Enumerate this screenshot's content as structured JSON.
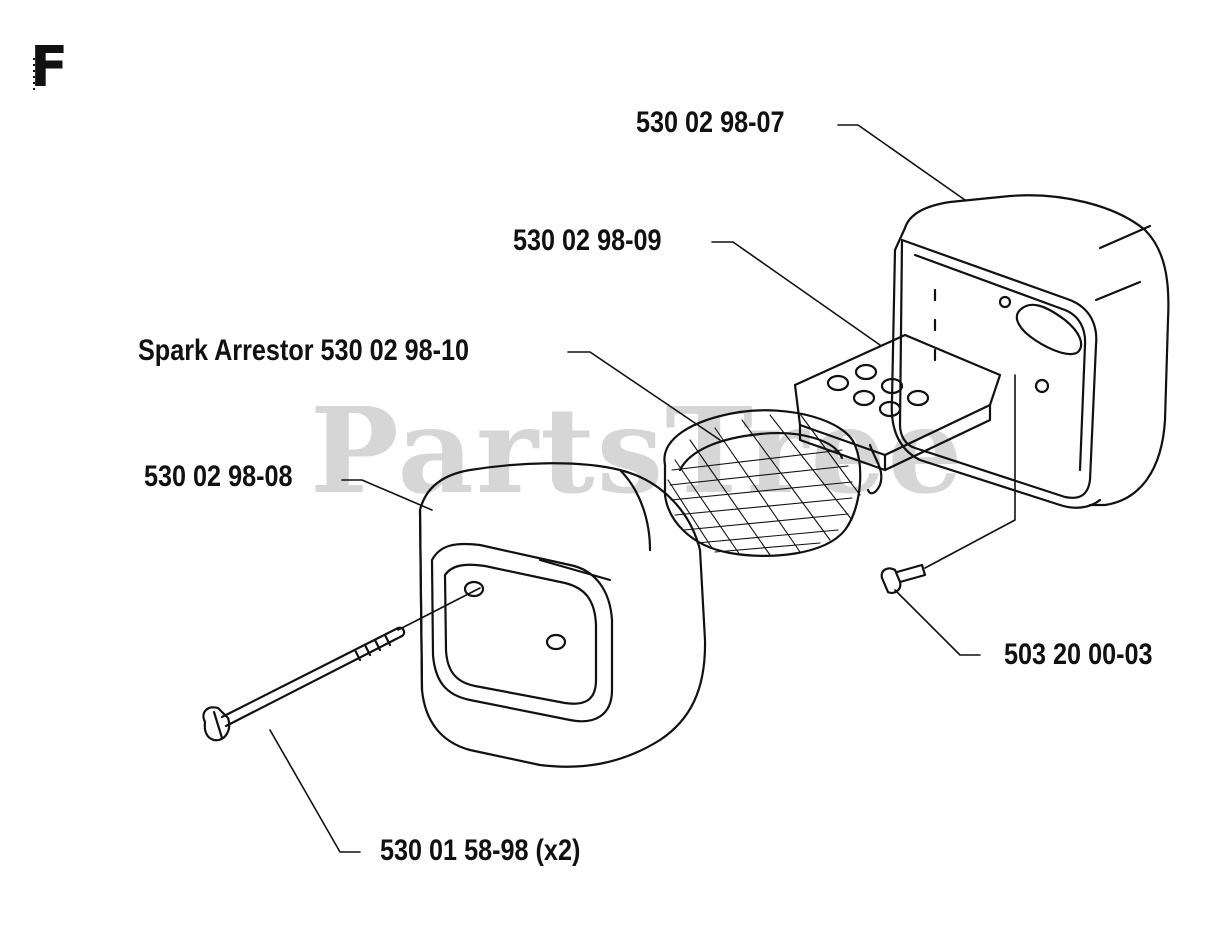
{
  "section_letter": "F",
  "watermark": "PartsTree",
  "callouts": {
    "muffler_body": "530 02 98-07",
    "baffle_plate": "530 02 98-09",
    "spark_arrestor": "Spark Arrestor  530 02 98-10",
    "muffler_cover": "530 02 98-08",
    "screw": "503 20 00-03",
    "long_bolt": "530 01 58-98 (x2)"
  },
  "colors": {
    "ink": "#111111",
    "watermark": "#cfcfcf",
    "background": "#ffffff"
  }
}
